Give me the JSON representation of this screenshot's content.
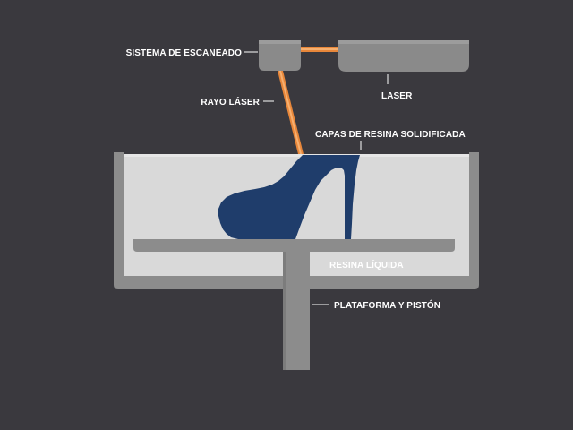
{
  "labels": {
    "scanning_system": "SISTEMA DE ESCANEADO",
    "laser": "LASER",
    "laser_beam": "RAYO LÁSER",
    "solidified_layers": "CAPAS DE RESINA SOLIDIFICADA",
    "liquid_resin": "RESINA LÍQUIDA",
    "platform_piston": "PLATAFORMA Y PISTÓN"
  },
  "colors": {
    "background": "#3a393e",
    "machine_gray": "#8c8c8c",
    "resin_liquid": "#d9d9d9",
    "laser_orange": "#e8873a",
    "printed_object": "#1f3d6b",
    "leader_line": "#ffffff"
  }
}
